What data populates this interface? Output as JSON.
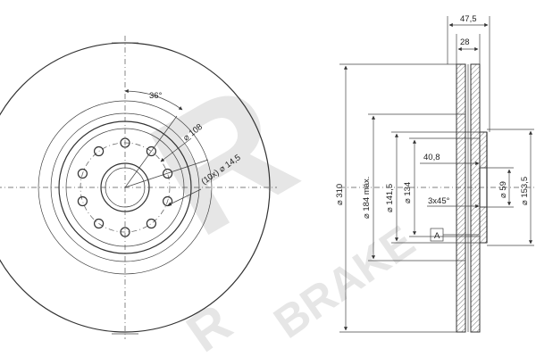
{
  "watermark": {
    "letter": "R",
    "word": "BRAKE"
  },
  "front_view": {
    "angle": "36°",
    "pcd_108": "⌀ 108",
    "holes_label": "(10x) ⌀ 14,5"
  },
  "section_view": {
    "dim_47_5": "47,5",
    "dim_28": "28",
    "dim_310": "⌀ 310",
    "dim_184": "⌀ 184 máx.",
    "dim_141_5": "⌀ 141,5",
    "dim_134": "⌀ 134",
    "dim_40_8": "40,8",
    "dim_chamfer": "3x45°",
    "dim_59": "⌀ 59",
    "dim_153_5": "⌀ 153,5",
    "ref_a": "A"
  },
  "colors": {
    "line": "#333333",
    "watermark": "#e6e6e6"
  }
}
